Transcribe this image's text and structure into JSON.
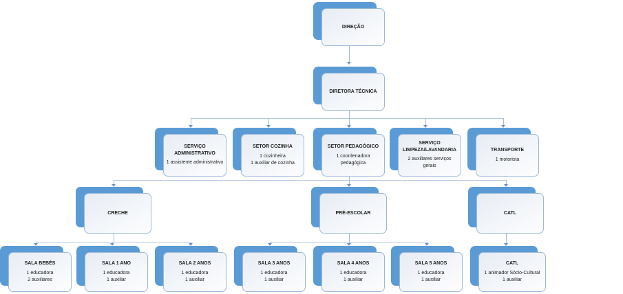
{
  "diagram_type": "org-chart",
  "colors": {
    "node_accent_blue": "#5b9bd5",
    "card_border": "#9cb8d9",
    "card_fill_top": "#e7ecf4",
    "card_fill_bottom": "#fdfdfe",
    "connector": "#a3bbd9",
    "text": "#1d1d1d"
  },
  "nodes": {
    "direcao": {
      "title": "DIREÇÃO",
      "lines": []
    },
    "diretora_tecnica": {
      "title": "DIRETORA TÉCNICA",
      "lines": []
    },
    "servico_administrativo": {
      "title": "SERVIÇO ADMINISTRATIVO",
      "lines": [
        "1 assistente administrativo"
      ]
    },
    "setor_cozinha": {
      "title": "SETOR COZINHA",
      "lines": [
        "1 cozinheira",
        "1 auxiliar de cozinha"
      ]
    },
    "setor_pedagogico": {
      "title": "SETOR PEDAGÓGICO",
      "lines": [
        "1 coordenadora pedagógica"
      ]
    },
    "servico_limpeza": {
      "title": "SERVIÇO LIMPEZA/LAVANDARIA",
      "lines": [
        "2 auxiliares serviços gerais"
      ]
    },
    "transporte": {
      "title": "TRANSPORTE",
      "lines": [
        "1 motorista"
      ]
    },
    "creche": {
      "title": "CRECHE",
      "lines": []
    },
    "pre_escolar": {
      "title": "PRÉ-ESCOLAR",
      "lines": []
    },
    "catl": {
      "title": "CATL",
      "lines": []
    },
    "sala_bebes": {
      "title": "SALA BEBÉS",
      "lines": [
        "1 educadora",
        "2 auxiliares"
      ]
    },
    "sala_1_ano": {
      "title": "SALA 1 ANO",
      "lines": [
        "1 educadora",
        "1 auxiliar"
      ]
    },
    "sala_2_anos": {
      "title": "SALA 2 ANOS",
      "lines": [
        "1 educadora",
        "1 auxiliar"
      ]
    },
    "sala_3_anos": {
      "title": "SALA 3 ANOS",
      "lines": [
        "1 educadora",
        "1 auxiliar"
      ]
    },
    "sala_4_anos": {
      "title": "SALA 4 ANOS",
      "lines": [
        "1 educadora",
        "1 auxiliar"
      ]
    },
    "sala_5_anos": {
      "title": "SALA 5 ANOS",
      "lines": [
        "1 educadora",
        "1 auxiliar"
      ]
    },
    "catl_sala": {
      "title": "CATL",
      "lines": [
        "1 animador Sócio-Cultural",
        "1 auxiliar"
      ]
    }
  },
  "edges": [
    [
      "direcao",
      "diretora_tecnica"
    ],
    [
      "diretora_tecnica",
      "servico_administrativo"
    ],
    [
      "diretora_tecnica",
      "setor_cozinha"
    ],
    [
      "diretora_tecnica",
      "setor_pedagogico"
    ],
    [
      "diretora_tecnica",
      "servico_limpeza"
    ],
    [
      "diretora_tecnica",
      "transporte"
    ],
    [
      "setor_pedagogico",
      "creche"
    ],
    [
      "setor_pedagogico",
      "pre_escolar"
    ],
    [
      "setor_pedagogico",
      "catl"
    ],
    [
      "creche",
      "sala_bebes"
    ],
    [
      "creche",
      "sala_1_ano"
    ],
    [
      "creche",
      "sala_2_anos"
    ],
    [
      "pre_escolar",
      "sala_3_anos"
    ],
    [
      "pre_escolar",
      "sala_4_anos"
    ],
    [
      "pre_escolar",
      "sala_5_anos"
    ],
    [
      "catl",
      "catl_sala"
    ]
  ]
}
